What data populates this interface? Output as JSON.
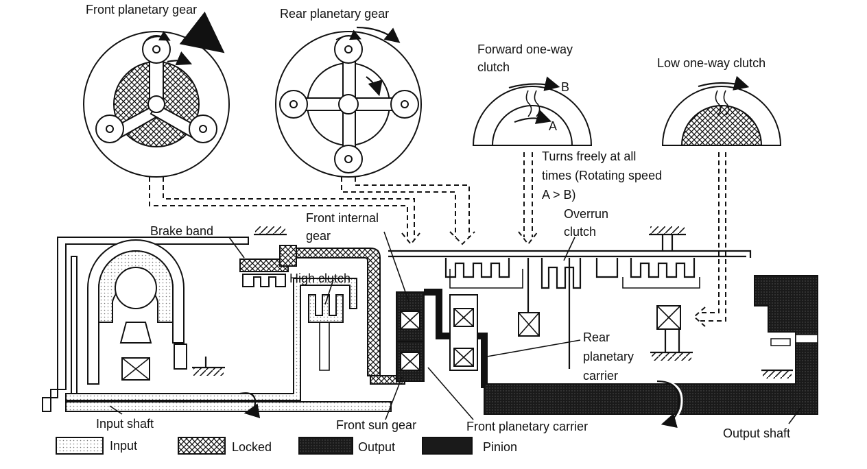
{
  "diagram": {
    "labels": {
      "front_planetary_gear": "Front planetary gear",
      "rear_planetary_gear": "Rear planetary gear",
      "forward_one_way_clutch_line1": "Forward one-way",
      "forward_one_way_clutch_line2": "clutch",
      "low_one_way_clutch": "Low one-way clutch",
      "point_a": "A",
      "point_b": "B",
      "turns_freely_line1": "Turns freely at all",
      "turns_freely_line2": "times (Rotating speed",
      "turns_freely_line3": "A > B)",
      "brake_band": "Brake band",
      "front_internal_gear_line1": "Front internal",
      "front_internal_gear_line2": "gear",
      "high_clutch": "High clutch",
      "overrun_clutch_line1": "Overrun",
      "overrun_clutch_line2": "clutch",
      "rear_planetary_carrier_line1": "Rear",
      "rear_planetary_carrier_line2": "planetary",
      "rear_planetary_carrier_line3": "carrier",
      "input_shaft": "Input shaft",
      "front_sun_gear": "Front sun gear",
      "front_planetary_carrier": "Front planetary carrier",
      "output_shaft": "Output shaft"
    },
    "legend": [
      {
        "label": "Input",
        "pattern": "dotted-light"
      },
      {
        "label": "Locked",
        "pattern": "cross-hatch"
      },
      {
        "label": "Output",
        "pattern": "dark"
      },
      {
        "label": "Pinion",
        "pattern": "dark-fine"
      }
    ],
    "colors": {
      "ink": "#111111",
      "paper": "#ffffff",
      "dark_fill": "#1a1a1a"
    }
  }
}
